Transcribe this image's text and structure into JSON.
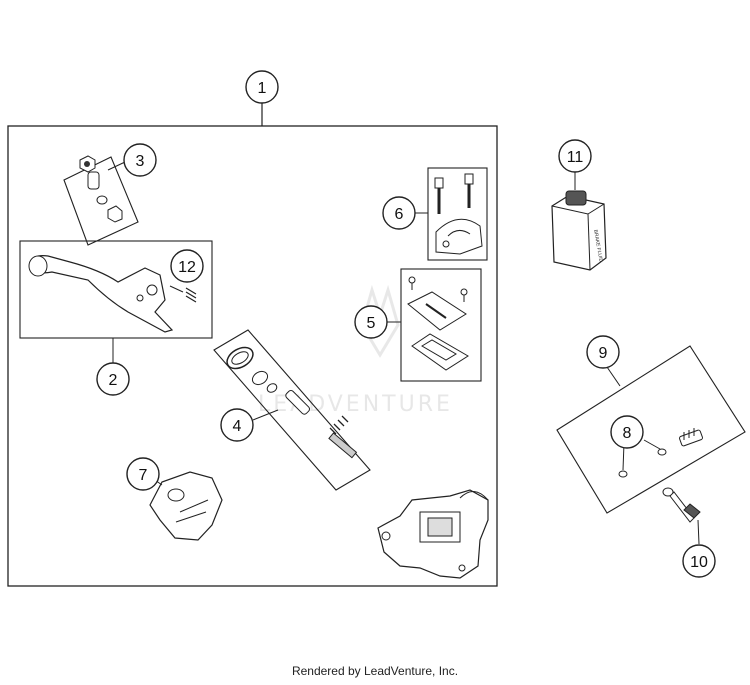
{
  "callouts": {
    "c1": "1",
    "c2": "2",
    "c3": "3",
    "c4": "4",
    "c5": "5",
    "c6": "6",
    "c7": "7",
    "c8": "8",
    "c9": "9",
    "c10": "10",
    "c11": "11",
    "c12": "12"
  },
  "can_label": "BRAKE FLUID",
  "watermark": "LEADVENTURE",
  "footer": "Rendered by LeadVenture, Inc."
}
